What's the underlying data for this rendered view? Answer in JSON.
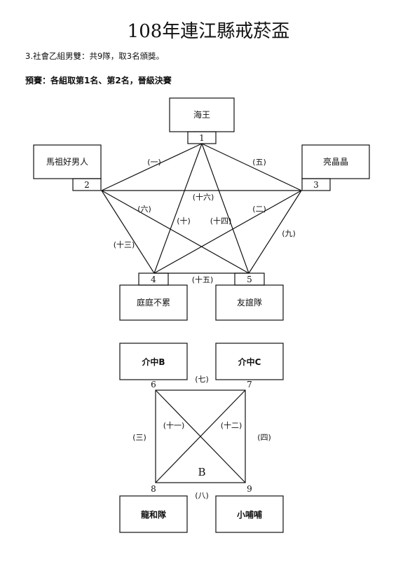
{
  "header": {
    "title": "108年連江縣戒菸盃",
    "subtitle": "3.社會乙組男雙：共9隊，取3名頒獎。",
    "rule": "預賽：各組取第1名、第2名，晉級決賽"
  },
  "group_a": {
    "teams": [
      {
        "seed": "1",
        "name": "海王"
      },
      {
        "seed": "2",
        "name": "馬祖好男人"
      },
      {
        "seed": "3",
        "name": "亮晶晶"
      },
      {
        "seed": "4",
        "name": "庭庭不累"
      },
      {
        "seed": "5",
        "name": "友誼隊"
      }
    ],
    "matches": [
      {
        "label": "(一)"
      },
      {
        "label": "(五)"
      },
      {
        "label": "(十六)"
      },
      {
        "label": "(六)"
      },
      {
        "label": "(二)"
      },
      {
        "label": "(十)"
      },
      {
        "label": "(十四)"
      },
      {
        "label": "(九)"
      },
      {
        "label": "(十三)"
      },
      {
        "label": "(十五)"
      }
    ]
  },
  "group_b": {
    "group_label": "B",
    "teams": [
      {
        "seed": "6",
        "name": "介中B"
      },
      {
        "seed": "7",
        "name": "介中C"
      },
      {
        "seed": "8",
        "name": "龍和隊"
      },
      {
        "seed": "9",
        "name": "小哺哺"
      }
    ],
    "matches": [
      {
        "label": "(七)"
      },
      {
        "label": "(三)"
      },
      {
        "label": "(十一)"
      },
      {
        "label": "(十二)"
      },
      {
        "label": "(四)"
      },
      {
        "label": "(八)"
      }
    ]
  }
}
